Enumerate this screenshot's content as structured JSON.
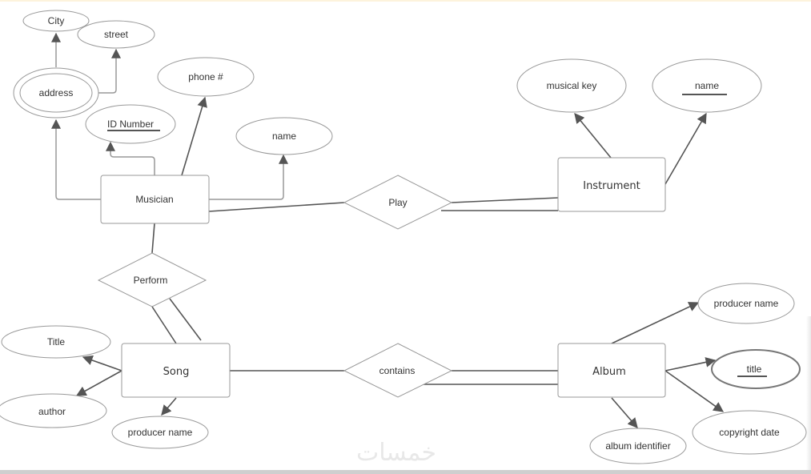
{
  "diagram": {
    "type": "ER diagram",
    "entities": {
      "musician": "Musician",
      "instrument": "Instrument",
      "song": "Song",
      "album": "Album"
    },
    "relationships": {
      "play": "Play",
      "perform": "Perform",
      "contains": "contains"
    },
    "attributes": {
      "city": "City",
      "street": "street",
      "address": "address",
      "phone": "phone #",
      "id_number": "ID Number",
      "musician_name": "name",
      "musical_key": "musical key",
      "instrument_name": "name",
      "song_title": "Title",
      "author": "author",
      "song_producer": "producer name",
      "album_producer": "producer name",
      "album_title": "title",
      "copyright": "copyright date",
      "album_identifier": "album identifier"
    },
    "key_attributes": [
      "ID Number",
      "name (Instrument)",
      "title (Album)"
    ],
    "composite_attributes": [
      "address"
    ]
  },
  "watermark": "خمسات",
  "colors": {
    "stroke_shape": "#999999",
    "stroke_line": "#555555",
    "text": "#333333"
  }
}
